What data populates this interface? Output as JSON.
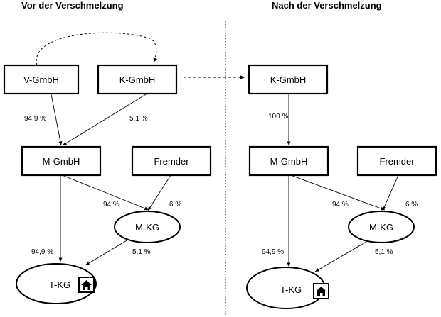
{
  "before": {
    "title": "Vor der Verschmelzung",
    "v_gmbh": "V-GmbH",
    "k_gmbh": "K-GmbH",
    "m_gmbh": "M-GmbH",
    "fremder": "Fremder",
    "m_kg": "M-KG",
    "t_kg": "T-KG",
    "pct_v_m": "94,9 %",
    "pct_k_m": "5,1 %",
    "pct_m_mkg": "94 %",
    "pct_f_mkg": "6 %",
    "pct_m_tkg": "94,9 %",
    "pct_mkg_tkg": "5,1 %"
  },
  "after": {
    "title": "Nach der Verschmelzung",
    "k_gmbh": "K-GmbH",
    "m_gmbh": "M-GmbH",
    "fremder": "Fremder",
    "m_kg": "M-KG",
    "t_kg": "T-KG",
    "pct_k_m": "100 %",
    "pct_m_mkg": "94 %",
    "pct_f_mkg": "6 %",
    "pct_m_tkg": "94,9 %",
    "pct_mkg_tkg": "5,1 %"
  },
  "icons": {
    "property": "house-icon"
  }
}
